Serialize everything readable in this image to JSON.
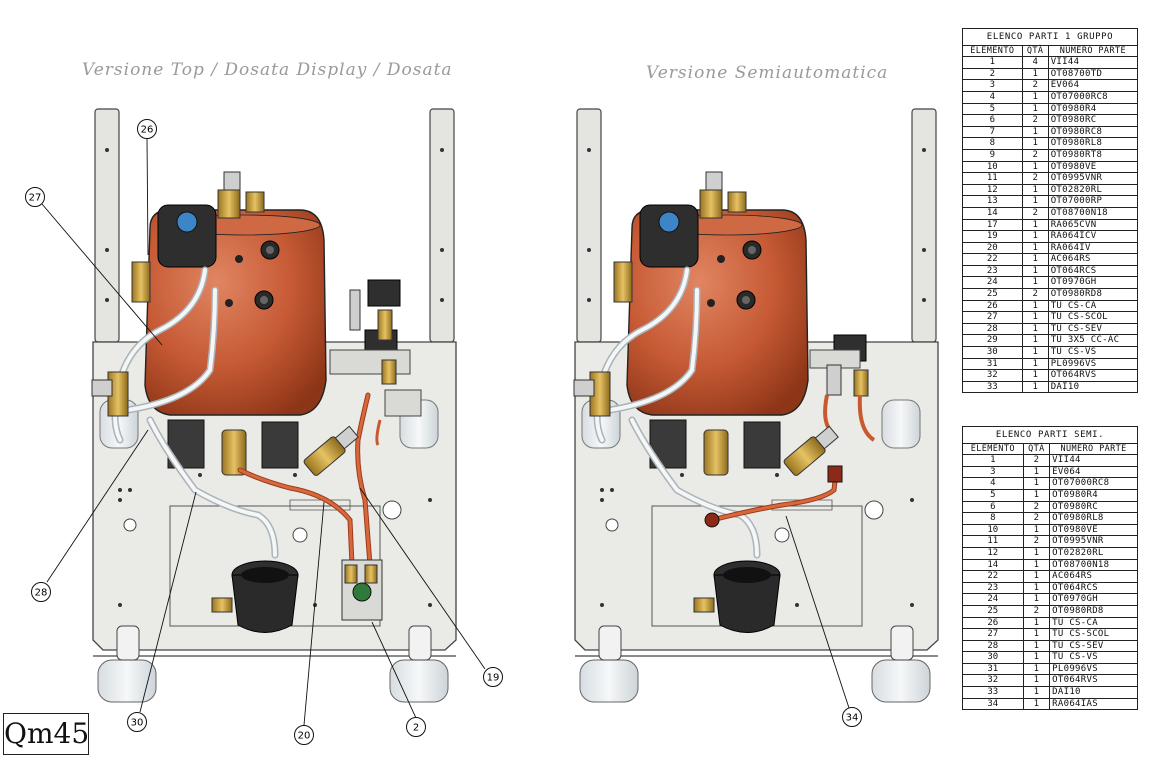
{
  "titles": {
    "left": "Versione Top / Dosata Display / Dosata",
    "right": "Versione Semiautomatica"
  },
  "model": "Qm45",
  "callouts_left": [
    "26",
    "27",
    "28",
    "30",
    "20",
    "2",
    "19"
  ],
  "callouts_right": [
    "34"
  ],
  "colors": {
    "boiler": "#c65a35",
    "boiler_dark": "#8d3517",
    "copper_pipe": "#c9582f",
    "frame": "#e6e6e2",
    "frame_stroke": "#444444",
    "foot": "#e9edf0"
  },
  "bom1": {
    "title": "ELENCO PARTI 1 GRUPPO",
    "headers": {
      "element": "ELEMENTO",
      "qty": "QTÀ",
      "part": "NUMERO PARTE"
    },
    "rows": [
      {
        "n": "1",
        "q": "4",
        "p": "VII44"
      },
      {
        "n": "2",
        "q": "1",
        "p": "OT08700TD"
      },
      {
        "n": "3",
        "q": "2",
        "p": "EV064"
      },
      {
        "n": "4",
        "q": "1",
        "p": "OT07000RC8"
      },
      {
        "n": "5",
        "q": "1",
        "p": "OT0980R4"
      },
      {
        "n": "6",
        "q": "2",
        "p": "OT0980RC"
      },
      {
        "n": "7",
        "q": "1",
        "p": "OT0980RC8"
      },
      {
        "n": "8",
        "q": "1",
        "p": "OT0980RL8"
      },
      {
        "n": "9",
        "q": "2",
        "p": "OT0980RT8"
      },
      {
        "n": "10",
        "q": "1",
        "p": "OT0980VE"
      },
      {
        "n": "11",
        "q": "2",
        "p": "OT0995VNR"
      },
      {
        "n": "12",
        "q": "1",
        "p": "OT02820RL"
      },
      {
        "n": "13",
        "q": "1",
        "p": "OT07000RP"
      },
      {
        "n": "14",
        "q": "2",
        "p": "OT08700N18"
      },
      {
        "n": "17",
        "q": "1",
        "p": "RA065CVN"
      },
      {
        "n": "19",
        "q": "1",
        "p": "RA064ICV"
      },
      {
        "n": "20",
        "q": "1",
        "p": "RA064IV"
      },
      {
        "n": "22",
        "q": "1",
        "p": "AC064RS"
      },
      {
        "n": "23",
        "q": "1",
        "p": "OT064RCS"
      },
      {
        "n": "24",
        "q": "1",
        "p": "OT0970GH"
      },
      {
        "n": "25",
        "q": "2",
        "p": "OT0980RD8"
      },
      {
        "n": "26",
        "q": "1",
        "p": "TU CS-CA"
      },
      {
        "n": "27",
        "q": "1",
        "p": "TU CS-SCOL"
      },
      {
        "n": "28",
        "q": "1",
        "p": "TU CS-SEV"
      },
      {
        "n": "29",
        "q": "1",
        "p": "TU 3X5 CC-AC"
      },
      {
        "n": "30",
        "q": "1",
        "p": "TU CS-VS"
      },
      {
        "n": "31",
        "q": "1",
        "p": "PL0996VS"
      },
      {
        "n": "32",
        "q": "1",
        "p": "OT064RVS"
      },
      {
        "n": "33",
        "q": "1",
        "p": "DAI10"
      }
    ]
  },
  "bom2": {
    "title": "ELENCO PARTI SEMI.",
    "headers": {
      "element": "ELEMENTO",
      "qty": "QTÀ",
      "part": "NUMERO PARTE"
    },
    "rows": [
      {
        "n": "1",
        "q": "2",
        "p": "VII44"
      },
      {
        "n": "3",
        "q": "1",
        "p": "EV064"
      },
      {
        "n": "4",
        "q": "1",
        "p": "OT07000RC8"
      },
      {
        "n": "5",
        "q": "1",
        "p": "OT0980R4"
      },
      {
        "n": "6",
        "q": "2",
        "p": "OT0980RC"
      },
      {
        "n": "8",
        "q": "2",
        "p": "OT0980RL8"
      },
      {
        "n": "10",
        "q": "1",
        "p": "OT0980VE"
      },
      {
        "n": "11",
        "q": "2",
        "p": "OT0995VNR"
      },
      {
        "n": "12",
        "q": "1",
        "p": "OT02820RL"
      },
      {
        "n": "14",
        "q": "1",
        "p": "OT08700N18"
      },
      {
        "n": "22",
        "q": "1",
        "p": "AC064RS"
      },
      {
        "n": "23",
        "q": "1",
        "p": "OT064RCS"
      },
      {
        "n": "24",
        "q": "1",
        "p": "OT0970GH"
      },
      {
        "n": "25",
        "q": "2",
        "p": "OT0980RD8"
      },
      {
        "n": "26",
        "q": "1",
        "p": "TU CS-CA"
      },
      {
        "n": "27",
        "q": "1",
        "p": "TU CS-SCOL"
      },
      {
        "n": "28",
        "q": "1",
        "p": "TU CS-SEV"
      },
      {
        "n": "30",
        "q": "1",
        "p": "TU CS-VS"
      },
      {
        "n": "31",
        "q": "1",
        "p": "PL0996VS"
      },
      {
        "n": "32",
        "q": "1",
        "p": "OT064RVS"
      },
      {
        "n": "33",
        "q": "1",
        "p": "DAI10"
      },
      {
        "n": "34",
        "q": "1",
        "p": "RA064IAS"
      }
    ]
  }
}
